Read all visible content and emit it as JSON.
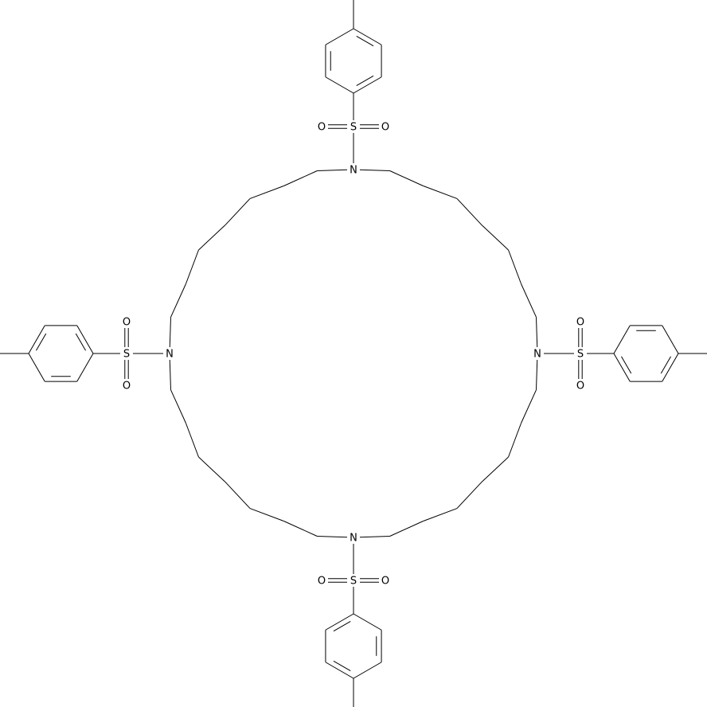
{
  "molecule": {
    "ring_atoms": [
      {
        "id": "N1",
        "symbol": "N",
        "position": "top"
      },
      {
        "id": "N2",
        "symbol": "N",
        "position": "right"
      },
      {
        "id": "N3",
        "symbol": "N",
        "position": "bottom"
      },
      {
        "id": "N4",
        "symbol": "N",
        "position": "left"
      }
    ],
    "substituent_atoms": {
      "sulfur": "S",
      "oxygen": "O"
    },
    "substituent": "tosyl"
  },
  "colors": {
    "bond": "#000000",
    "background": "#ffffff"
  }
}
